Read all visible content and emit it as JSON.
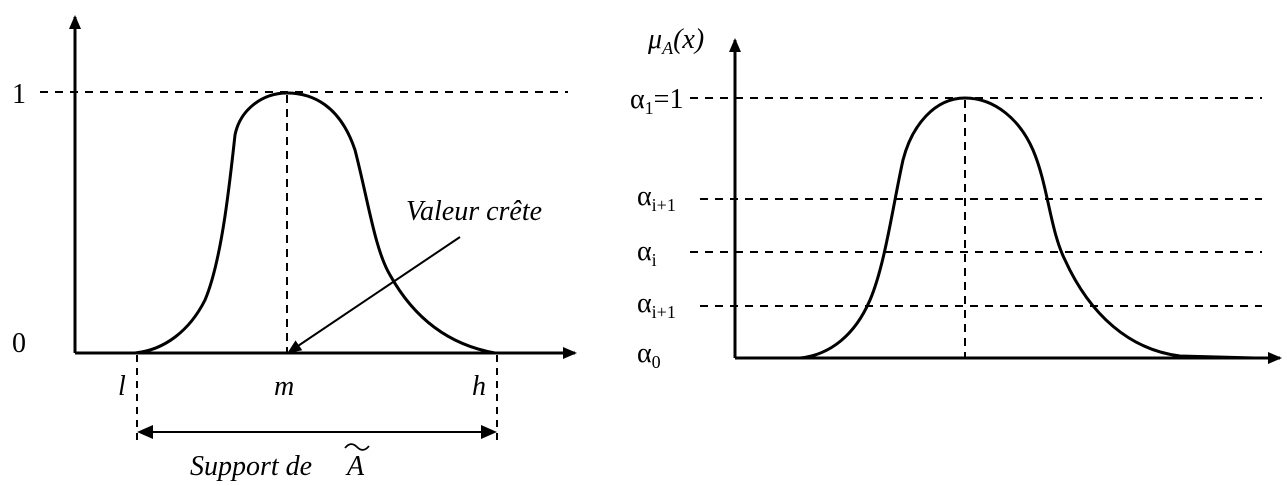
{
  "left_diagram": {
    "y_tick_top": "1",
    "y_tick_bottom": "0",
    "x_label_l": "l",
    "x_label_m": "m",
    "x_label_h": "h",
    "peak_annotation": "Valeur crête",
    "support_label": "Support de",
    "support_symbol": "A",
    "support_tilde": "~"
  },
  "right_diagram": {
    "y_axis_label_mu": "μ",
    "y_axis_label_sub": "A",
    "y_axis_label_arg": "(x)",
    "alpha_symbol": "α",
    "level_top_sub": "1",
    "level_top_eq": "=1",
    "level_upper_sub": "i+1",
    "level_mid_sub": "i",
    "level_lower_sub": "i+1",
    "level_bottom_sub": "0"
  },
  "colors": {
    "ink": "#000000",
    "background": "#ffffff"
  }
}
